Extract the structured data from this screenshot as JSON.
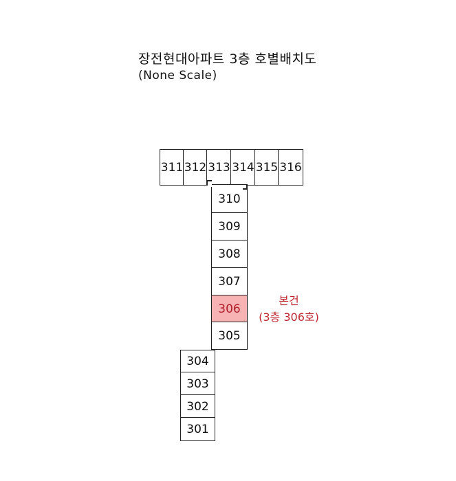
{
  "diagram": {
    "title": "장전현대아파트 3층 호별배치도",
    "subtitle": "(None Scale)",
    "top_row": [
      "311",
      "312",
      "313",
      "314",
      "315",
      "316"
    ],
    "column": [
      "310",
      "309",
      "308",
      "307",
      "306",
      "305"
    ],
    "lower_column": [
      "304",
      "303",
      "302",
      "301"
    ],
    "subject_unit": "306",
    "subject_color": "#f7b3b3",
    "note": {
      "line1": "본건",
      "line2": "(3층 306호)",
      "color": "#c0282f"
    }
  }
}
